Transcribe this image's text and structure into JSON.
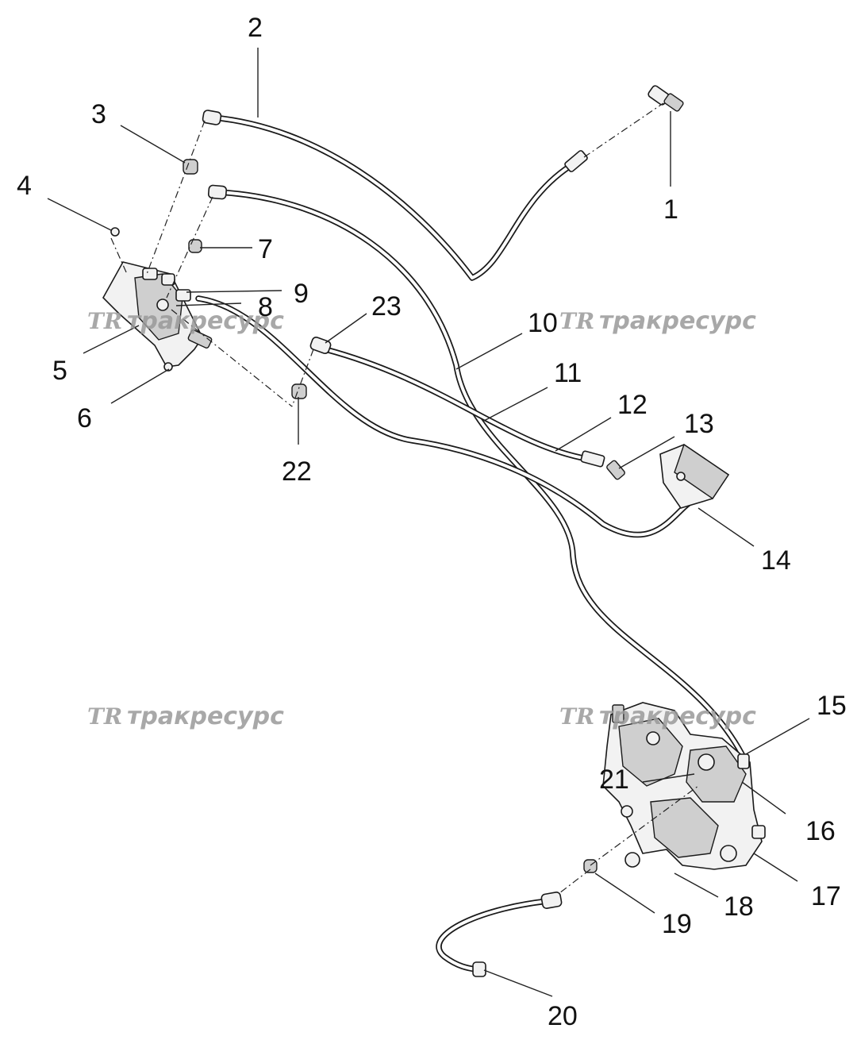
{
  "watermark": {
    "logo": "TR",
    "text": "тракресурс"
  },
  "callouts": [
    "1",
    "2",
    "3",
    "4",
    "5",
    "6",
    "7",
    "8",
    "9",
    "10",
    "11",
    "12",
    "13",
    "14",
    "15",
    "16",
    "17",
    "18",
    "19",
    "20",
    "21",
    "22",
    "23"
  ]
}
